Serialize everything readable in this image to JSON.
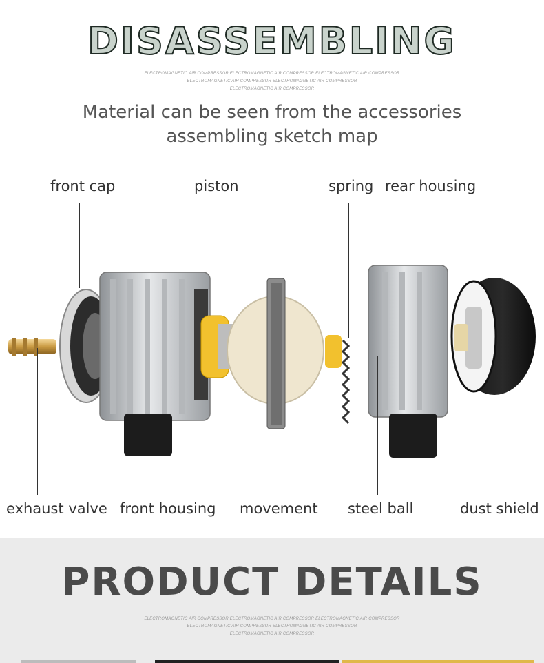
{
  "header": {
    "title": "DISASSEMBLING",
    "fine_print": [
      "ELECTROMAGNETIC AIR COMPRESSOR  ELECTROMAGNETIC AIR COMPRESSOR  ELECTROMAGNETIC AIR COMPRESSOR",
      "ELECTROMAGNETIC AIR COMPRESSOR  ELECTROMAGNETIC AIR COMPRESSOR",
      "ELECTROMAGNETIC AIR COMPRESSOR"
    ],
    "subtitle_line1": "Material can be seen from the accessories",
    "subtitle_line2": "assembling sketch map"
  },
  "labels_top": {
    "front_cap": "front cap",
    "piston": "piston",
    "spring": "spring",
    "rear_housing": "rear housing"
  },
  "labels_bottom": {
    "exhaust_valve": "exhaust valve",
    "front_housing": "front housing",
    "movement": "movement",
    "steel_ball": "steel ball",
    "dust_shield": "dust shield"
  },
  "details": {
    "title": "PRODUCT DETAILS",
    "fine_print": [
      "ELECTROMAGNETIC AIR COMPRESSOR  ELECTROMAGNETIC AIR COMPRESSOR  ELECTROMAGNETIC AIR COMPRESSOR",
      "ELECTROMAGNETIC AIR COMPRESSOR  ELECTROMAGNETIC AIR COMPRESSOR",
      "ELECTROMAGNETIC AIR COMPRESSOR"
    ]
  }
}
